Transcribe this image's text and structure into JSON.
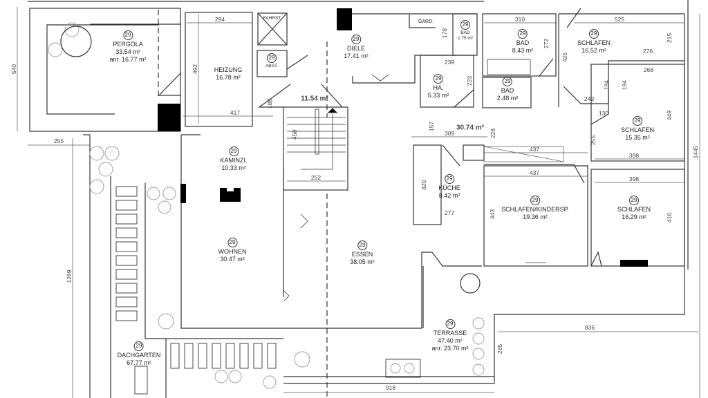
{
  "room_number": "29",
  "rooms": {
    "pergola": {
      "name": "PERGOLA",
      "area": "33.54 m²",
      "anr": "anr. 16.77 m²"
    },
    "heizung": {
      "name": "HEIZUNG",
      "area": "16.78 m²"
    },
    "fahrst": {
      "name": "FAHRST."
    },
    "abst": {
      "name": "ABST."
    },
    "diele": {
      "name": "DIELE",
      "area": "17.41 m²"
    },
    "gard": {
      "name": "GARD."
    },
    "bad_small": {
      "name": "BAD",
      "area": "1.75 m²"
    },
    "bad_large": {
      "name": "BAD",
      "area": "8.43 m²"
    },
    "schlafen_1": {
      "name": "SCHLAFEN",
      "area": "16.52 m²"
    },
    "ha": {
      "name": "HA.",
      "area": "5.33 m²"
    },
    "bad_2": {
      "name": "BAD",
      "area": "2.48 m²"
    },
    "schlafen_2": {
      "name": "SCHLAFEN",
      "area": "15.35 m²"
    },
    "kaminzi": {
      "name": "KAMINZI.",
      "area": "10.33 m²"
    },
    "kueche": {
      "name": "KÜCHE",
      "area": "8.42 m²"
    },
    "schlafen_kinder": {
      "name": "SCHLAFEN/KINDERSP.",
      "area": "19.36 m²"
    },
    "schlafen_3": {
      "name": "SCHLAFEN",
      "area": "16.29 m²"
    },
    "wohnen": {
      "name": "WOHNEN",
      "area": "30.47 m²"
    },
    "essen": {
      "name": "ESSEN",
      "area": "38.05 m²"
    },
    "terrasse": {
      "name": "TERRASSE",
      "area": "47.40 m²",
      "anr": "anr. 23.70 m²"
    },
    "dachgarten": {
      "name": "DACHGARTEN",
      "area": "67.77 m²"
    }
  },
  "areas": {
    "stair_hall": "11.54 m²",
    "corridor": "30.74  m²"
  },
  "dimensions": [
    "294",
    "492",
    "417",
    "188",
    "458",
    "252",
    "540",
    "255",
    "1269",
    "310",
    "178",
    "239",
    "223",
    "272",
    "525",
    "215",
    "276",
    "268",
    "425",
    "194",
    "194",
    "249",
    "130",
    "449",
    "157",
    "309",
    "228",
    "255",
    "437",
    "398",
    "437",
    "398",
    "320",
    "277",
    "443",
    "416",
    "1445",
    "836",
    "285",
    "918"
  ]
}
